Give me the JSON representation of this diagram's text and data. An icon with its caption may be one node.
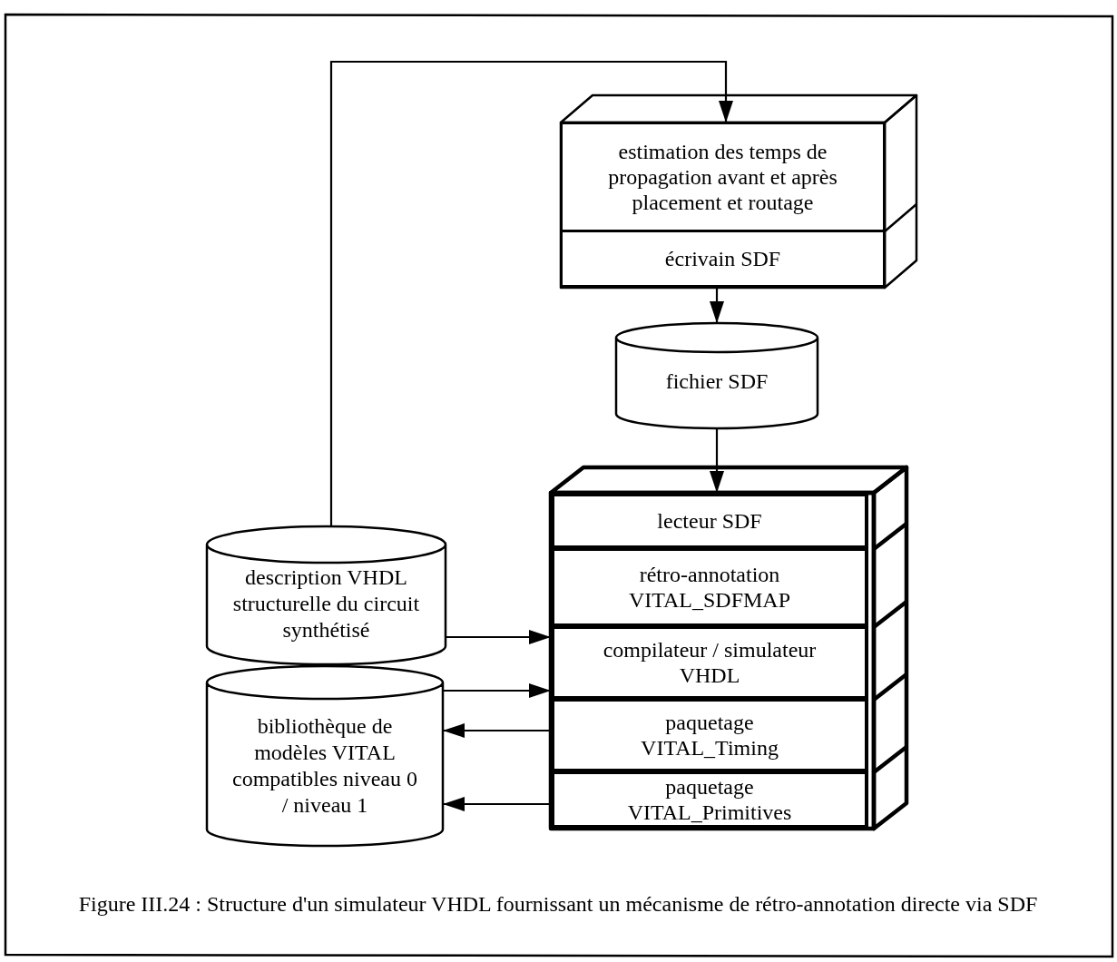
{
  "diagram": {
    "caption": "Figure III.24 : Structure d'un simulateur VHDL fournissant un mécanisme de rétro-annotation directe via SDF",
    "nodes": [
      {
        "text": [],
        "shape": "box"
      },
      {
        "text": [
          "estimation des temps de propagation avant et après placement et routage"
        ],
        "in": 0
      },
      {
        "text": [
          "écrivain SDF"
        ],
        "in": 0
      },
      {
        "text": [
          "fichier SDF"
        ]
      },
      {
        "text": [],
        "shape": "box"
      },
      {
        "text": [
          "lecteur SDF"
        ],
        "in": 4
      },
      {
        "text": [
          "rétro-annotation VITAL_SDFMAP"
        ],
        "in": 4
      },
      {
        "text": [
          "compilateur / simulateur VHDL"
        ],
        "in": 4
      },
      {
        "text": [
          "paquetage VITAL_Timing"
        ],
        "in": 4
      },
      {
        "text": [
          "paquetage VITAL_Primitives"
        ],
        "in": 4
      },
      {
        "text": [
          "description VHDL structurelle du circuit synthétisé"
        ]
      },
      {
        "text": [
          "bibliothèque de modèles VITAL compatibles niveau 0 / niveau 1"
        ]
      }
    ],
    "edges": [
      {
        "from": 10,
        "to": 1,
        "arrow": "to"
      },
      {
        "from": 2,
        "to": 3,
        "arrow": "to"
      },
      {
        "from": 3,
        "to": 5,
        "arrow": "to"
      },
      {
        "from": 10,
        "to": 7,
        "arrow": "to"
      },
      {
        "from": 11,
        "to": 7,
        "arrow": "to"
      },
      {
        "from": 8,
        "to": 11,
        "arrow": "to"
      },
      {
        "from": 9,
        "to": 11,
        "arrow": "to"
      }
    ]
  }
}
